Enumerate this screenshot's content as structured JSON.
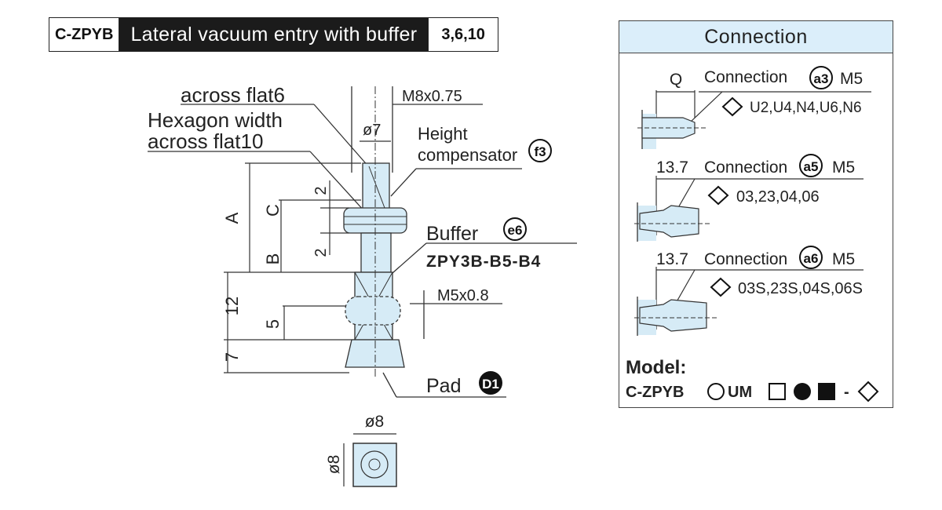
{
  "header": {
    "code": "C-ZPYB",
    "title": "Lateral vacuum entry with buffer",
    "sizes": "3,6,10"
  },
  "callouts": {
    "across_flat6": "across flat6",
    "hex_line1": "Hexagon width",
    "hex_line2": "across flat10",
    "thread_top": "M8x0.75",
    "dia_top": "ø7",
    "height_line1": "Height",
    "height_line2": "compensator",
    "height_badge": "f3",
    "buffer_label": "Buffer",
    "buffer_badge": "e6",
    "buffer_model": "ZPY3B-B5-B4",
    "port_thread": "M5x0.8",
    "pad_label": "Pad",
    "pad_badge": "D1"
  },
  "dimensions": {
    "A": "A",
    "B": "B",
    "C": "C",
    "two_upper": "2",
    "two_lower": "2",
    "twelve": "12",
    "five": "5",
    "seven": "7"
  },
  "end_view": {
    "dia_top": "ø8",
    "dia_left": "ø8"
  },
  "connection": {
    "title": "Connection",
    "items": [
      {
        "dim": "Q",
        "label": "Connection",
        "badge": "a3",
        "thread": "M5",
        "codes": "U2,U4,N4,U6,N6"
      },
      {
        "dim": "13.7",
        "label": "Connection",
        "badge": "a5",
        "thread": "M5",
        "codes": "03,23,04,06"
      },
      {
        "dim": "13.7",
        "label": "Connection",
        "badge": "a6",
        "thread": "M5",
        "codes": "03S,23S,04S,06S"
      }
    ],
    "model_label": "Model:",
    "model_prefix": "C-ZPYB",
    "model_um": "UM",
    "model_dash": "-"
  },
  "colors": {
    "part_fill": "#d6ebf6",
    "panel_header": "#dbeefa",
    "line": "#333333",
    "title_bg": "#1b1b1b"
  }
}
